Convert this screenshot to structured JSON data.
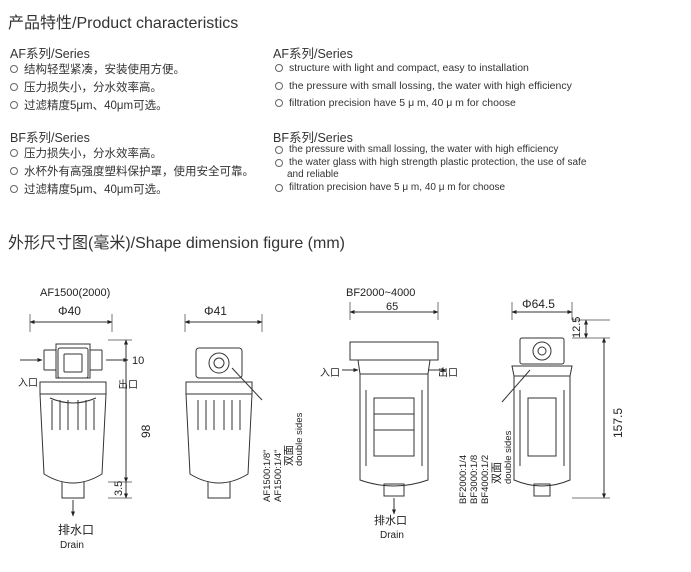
{
  "heading_characteristics": "产品特性/Product characteristics",
  "af_cn": {
    "title": "AF系列/Series",
    "items": [
      "结构轻型紧凑，安装使用方便。",
      "压力损失小，分水效率高。",
      "过滤精度5μm、40μm可选。"
    ]
  },
  "af_en": {
    "title": "AF系列/Series",
    "items": [
      "structure with light and compact, easy to installation",
      "the pressure with small lossing, the water with high efficiency",
      "filtration precision have 5 μ m, 40 μ m for choose"
    ]
  },
  "bf_cn": {
    "title": "BF系列/Series",
    "items": [
      "压力损失小，分水效率高。",
      "水杯外有高强度塑料保护罩，使用安全可靠。",
      "过滤精度5μm、40μm可选。"
    ]
  },
  "bf_en": {
    "title": "BF系列/Series",
    "items": [
      "the pressure with small lossing, the water with high efficiency",
      "the water glass with high strength plastic protection, the use of  safe",
      "and reliable",
      "filtration precision have 5 μ m, 40 μ m for choose"
    ]
  },
  "heading_dimension": "外形尺寸图(毫米)/Shape dimension figure (mm)",
  "af_fig": {
    "model": "AF1500(2000)",
    "dia_front": "Φ40",
    "dia_side": "Φ41",
    "dim_top": "10",
    "dim_height": "98",
    "dim_bottom": "3.5",
    "inlet": "入口",
    "outlet": "出口",
    "drain_cn": "排水口",
    "drain_en": "Drain",
    "ports": [
      "AF1500:1/8\"",
      "AF1500:1/4\""
    ],
    "sides_cn": "双面",
    "sides_en": "double sides"
  },
  "bf_fig": {
    "model": "BF2000~4000",
    "width_front": "65",
    "dia_side": "Φ64.5",
    "dim_top": "12.5",
    "dim_height": "157.5",
    "inlet": "入口",
    "outlet": "出口",
    "drain_cn": "排水口",
    "drain_en": "Drain",
    "ports": [
      "BF2000:1/4",
      "BF3000:1/8",
      "BF4000:1/2"
    ],
    "sides_cn": "双面",
    "sides_en": "double sides"
  }
}
